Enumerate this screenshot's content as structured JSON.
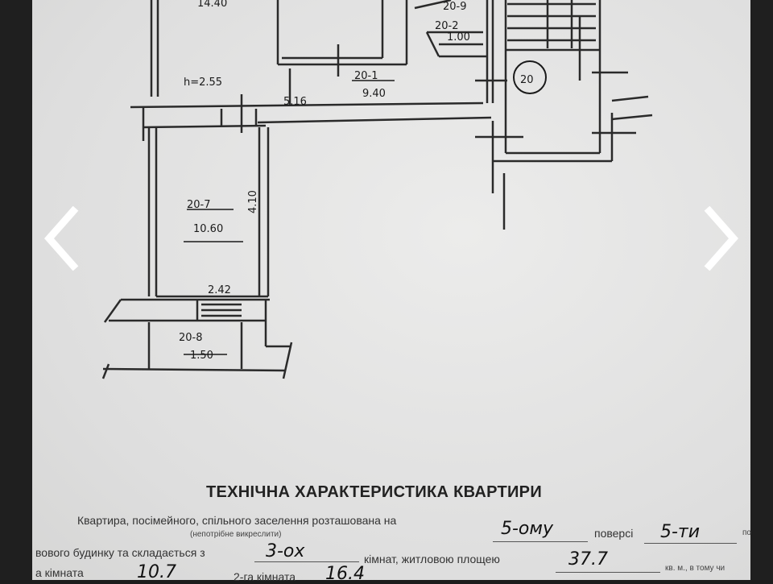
{
  "navigation": {
    "prev_icon": "chevron-left-icon",
    "next_icon": "chevron-right-icon"
  },
  "plan_labels": {
    "top_left_area": "14.40",
    "height_label": "h=2.55",
    "corridor_area": "5.16",
    "room1_code": "20-1",
    "room1_area": "9.40",
    "stair_top": "20-9",
    "stair_code": "20-2",
    "stair_area": "1.00",
    "circle_number": "20",
    "room7_code": "20-7",
    "room7_area": "10.60",
    "room7_dim": "4.10",
    "width_dim": "2.42",
    "room8_code": "20-8",
    "room8_area": "1.50"
  },
  "form": {
    "heading": "ТЕХНІЧНА ХАРАКТЕРИСТИКА КВАРТИРИ",
    "line1_text": "Квартира, посімейного, спільного заселення розташована на",
    "line1_floor_value": "5-ому",
    "line1_floor_word": "поверсі",
    "line1_floors_value": "5-ти",
    "line1_cut": "по",
    "note": "(непотрібне викреслити)",
    "line2_start": "вового будинку та складається з",
    "line2_rooms_value": "3-ох",
    "line2_mid": "кімнат, житловою площею",
    "line2_area_value": "37.7",
    "line2_end": "кв. м., в тому чи",
    "line3_room1_label": "а кімната",
    "line3_room1_value": "10.7",
    "line3_room2_label": "2-га кімната",
    "line3_room2_value": "16.4"
  }
}
